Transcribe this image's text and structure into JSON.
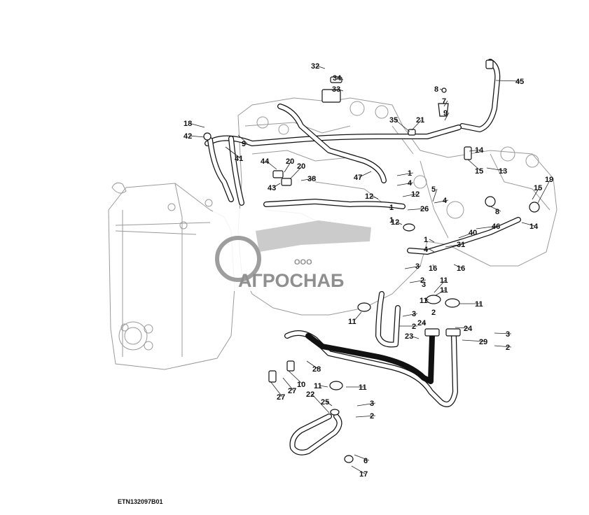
{
  "drawing_code": "ETN132097B01",
  "watermark": {
    "prefix": "ООО",
    "brand": "АГРОСНАБ"
  },
  "callouts": [
    "32",
    "34",
    "33",
    "45",
    "8",
    "7",
    "9",
    "18",
    "42",
    "9",
    "41",
    "35",
    "21",
    "14",
    "15",
    "13",
    "19",
    "15",
    "44",
    "20",
    "20",
    "43",
    "38",
    "47",
    "1",
    "4",
    "12",
    "12",
    "5",
    "4",
    "26",
    "12",
    "8",
    "14",
    "46",
    "40",
    "1",
    "4",
    "31",
    "3",
    "16",
    "16",
    "2",
    "11",
    "11",
    "11",
    "11",
    "11",
    "3",
    "2",
    "24",
    "24",
    "23",
    "29",
    "3",
    "2",
    "28",
    "10",
    "27",
    "27",
    "11",
    "11",
    "22",
    "25",
    "3",
    "2",
    "6",
    "17",
    "1",
    "1",
    "3",
    "2"
  ],
  "colors": {
    "line": "#111111",
    "ghost": "#9a9a9a",
    "watermark": "#8f8f8f"
  }
}
